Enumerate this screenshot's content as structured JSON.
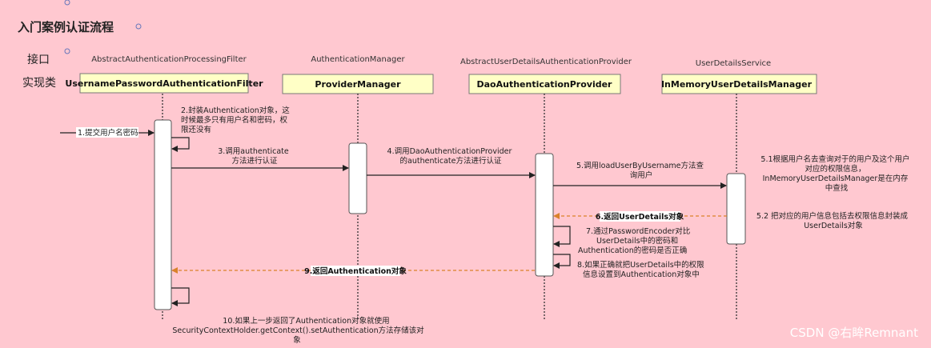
{
  "title": "入门案例认证流程",
  "row_labels": {
    "interface": "接口",
    "impl": "实现类"
  },
  "participants": [
    {
      "interface": "AbstractAuthenticationProcessingFilter",
      "impl": "UsernamePasswordAuthenticationFilter"
    },
    {
      "interface": "AuthenticationManager",
      "impl": "ProviderManager"
    },
    {
      "interface": "AbstractUserDetailsAuthenticationProvider",
      "impl": "DaoAuthenticationProvider"
    },
    {
      "interface": "UserDetailsService",
      "impl": "InMemoryUserDetailsManager"
    }
  ],
  "messages": {
    "m1": [
      "1.提交用户名密码"
    ],
    "m2": [
      "2.封装Authentication对象，这",
      "时候最多只有用户名和密码，权",
      "限还没有"
    ],
    "m3": [
      "3.调用authenticate",
      "方法进行认证"
    ],
    "m4": [
      "4.调用DaoAuthenticationProvider",
      "的authenticate方法进行认证"
    ],
    "m5": [
      "5.调用loadUserByUsername方法查",
      "询用户"
    ],
    "m51": [
      "5.1根据用户名去查询对于的用户及这个用户",
      "对应的权限信息，",
      "InMemoryUserDetailsManager是在内存",
      "中查找"
    ],
    "m6": [
      "6.返回UserDetails对象"
    ],
    "m52": [
      "5.2 把对应的用户信息包括去权限信息封装成",
      "UserDetails对象"
    ],
    "m7": [
      "7.通过PasswordEncoder对比",
      "UserDetails中的密码和",
      "Authentication的密码是否正确"
    ],
    "m8": [
      "8.如果正确就把UserDetails中的权限",
      "信息设置到Authentication对象中"
    ],
    "m9": [
      "9.返回Authentication对象"
    ],
    "m10": [
      "10.如果上一步返回了Authentication对象就使用",
      "SecurityContextHolder.getContext().setAuthentication方法存储该对",
      "象"
    ]
  },
  "watermark": "CSDN @右眸Remnant",
  "colors": {
    "background": "#ffc8d0",
    "box": "#ffffc6",
    "return_arrow": "#d9822b"
  }
}
